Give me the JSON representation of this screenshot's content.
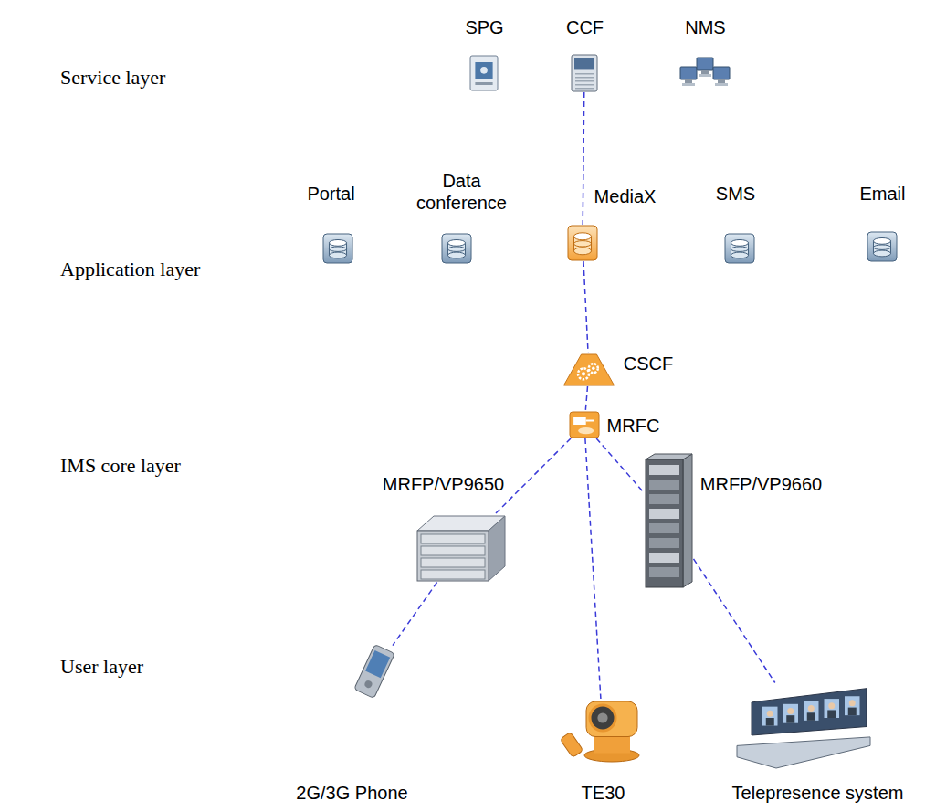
{
  "diagram": {
    "nodes": [
      {
        "text": [
          "Service layer"
        ]
      },
      {
        "text": [
          "SPG"
        ],
        "in": 0
      },
      {
        "text": [
          "CCF"
        ],
        "in": 0
      },
      {
        "text": [
          "NMS"
        ],
        "in": 0
      },
      {
        "text": [
          "Application layer"
        ]
      },
      {
        "text": [
          "Portal"
        ],
        "in": 4
      },
      {
        "text": [
          "Data conference"
        ],
        "in": 4
      },
      {
        "text": [
          "MediaX"
        ],
        "in": 4
      },
      {
        "text": [
          "SMS"
        ],
        "in": 4
      },
      {
        "text": [
          "Email"
        ],
        "in": 4
      },
      {
        "text": [
          "IMS core layer"
        ]
      },
      {
        "text": [
          "CSCF"
        ],
        "in": 10
      },
      {
        "text": [
          "MRFC"
        ],
        "in": 10
      },
      {
        "text": [
          "MRFP/VP9650"
        ],
        "in": 10
      },
      {
        "text": [
          "MRFP/VP9660"
        ],
        "in": 10
      },
      {
        "text": [
          "2G/3G Phone"
        ]
      },
      {
        "text": [
          "TE30"
        ]
      },
      {
        "text": [
          "Telepresence system"
        ]
      }
    ],
    "edges": [
      {
        "from": 2,
        "to": 7,
        "arrow": "none"
      },
      {
        "from": 7,
        "to": 11,
        "arrow": "none"
      },
      {
        "from": 11,
        "to": 12,
        "arrow": "none"
      },
      {
        "from": 12,
        "to": 13,
        "arrow": "none"
      },
      {
        "from": 12,
        "to": 14,
        "arrow": "none"
      },
      {
        "from": 13,
        "to": 15,
        "arrow": "none"
      },
      {
        "from": 12,
        "to": 16,
        "arrow": "none"
      },
      {
        "from": 14,
        "to": 17,
        "arrow": "none"
      }
    ],
    "labels": [
      "User layer"
    ]
  }
}
